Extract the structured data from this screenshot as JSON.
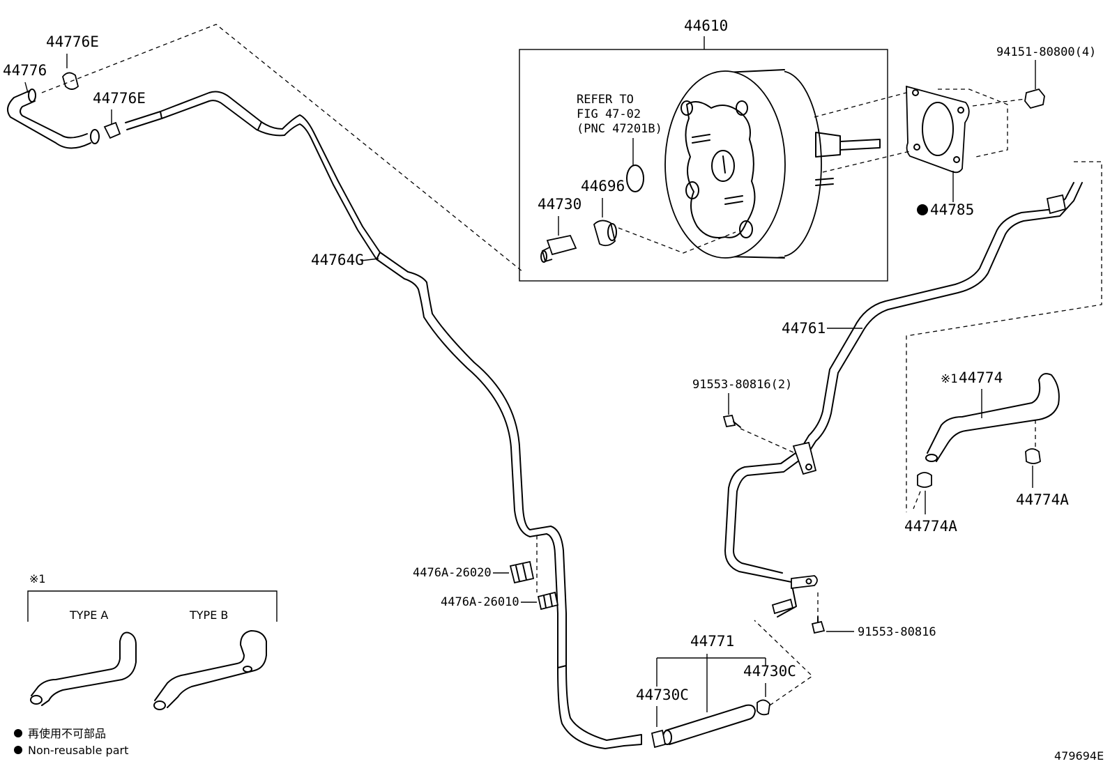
{
  "labels": {
    "booster": "44610",
    "refer_line1": "REFER TO",
    "refer_line2": "FIG 47-02",
    "refer_line3": "(PNC 47201B)",
    "nut": "94151-80800(4)",
    "gasket": "44785",
    "grommet": "44696",
    "check_valve": "44730",
    "hose_left": "44776",
    "clip_top": "44776E",
    "clip_mid": "44776E",
    "tube_long": "44764G",
    "tube_right": "44761",
    "bolt_upper": "91553-80816(2)",
    "bolt_lower": "91553-80816",
    "hose_right": "44774",
    "hose_right_mark": "※1",
    "clip_right_a": "44774A",
    "clip_right_b": "44774A",
    "clamp_upper": "4476A-26020",
    "clamp_lower": "4476A-26010",
    "hose_bottom": "44771",
    "valve_left": "44730C",
    "valve_right": "44730C"
  },
  "legend": {
    "mark": "※1",
    "type_a": "TYPE A",
    "type_b": "TYPE B",
    "note_jp": "再使用不可部品",
    "note_en": "Non-reusable part"
  },
  "figure_id": "479694E"
}
